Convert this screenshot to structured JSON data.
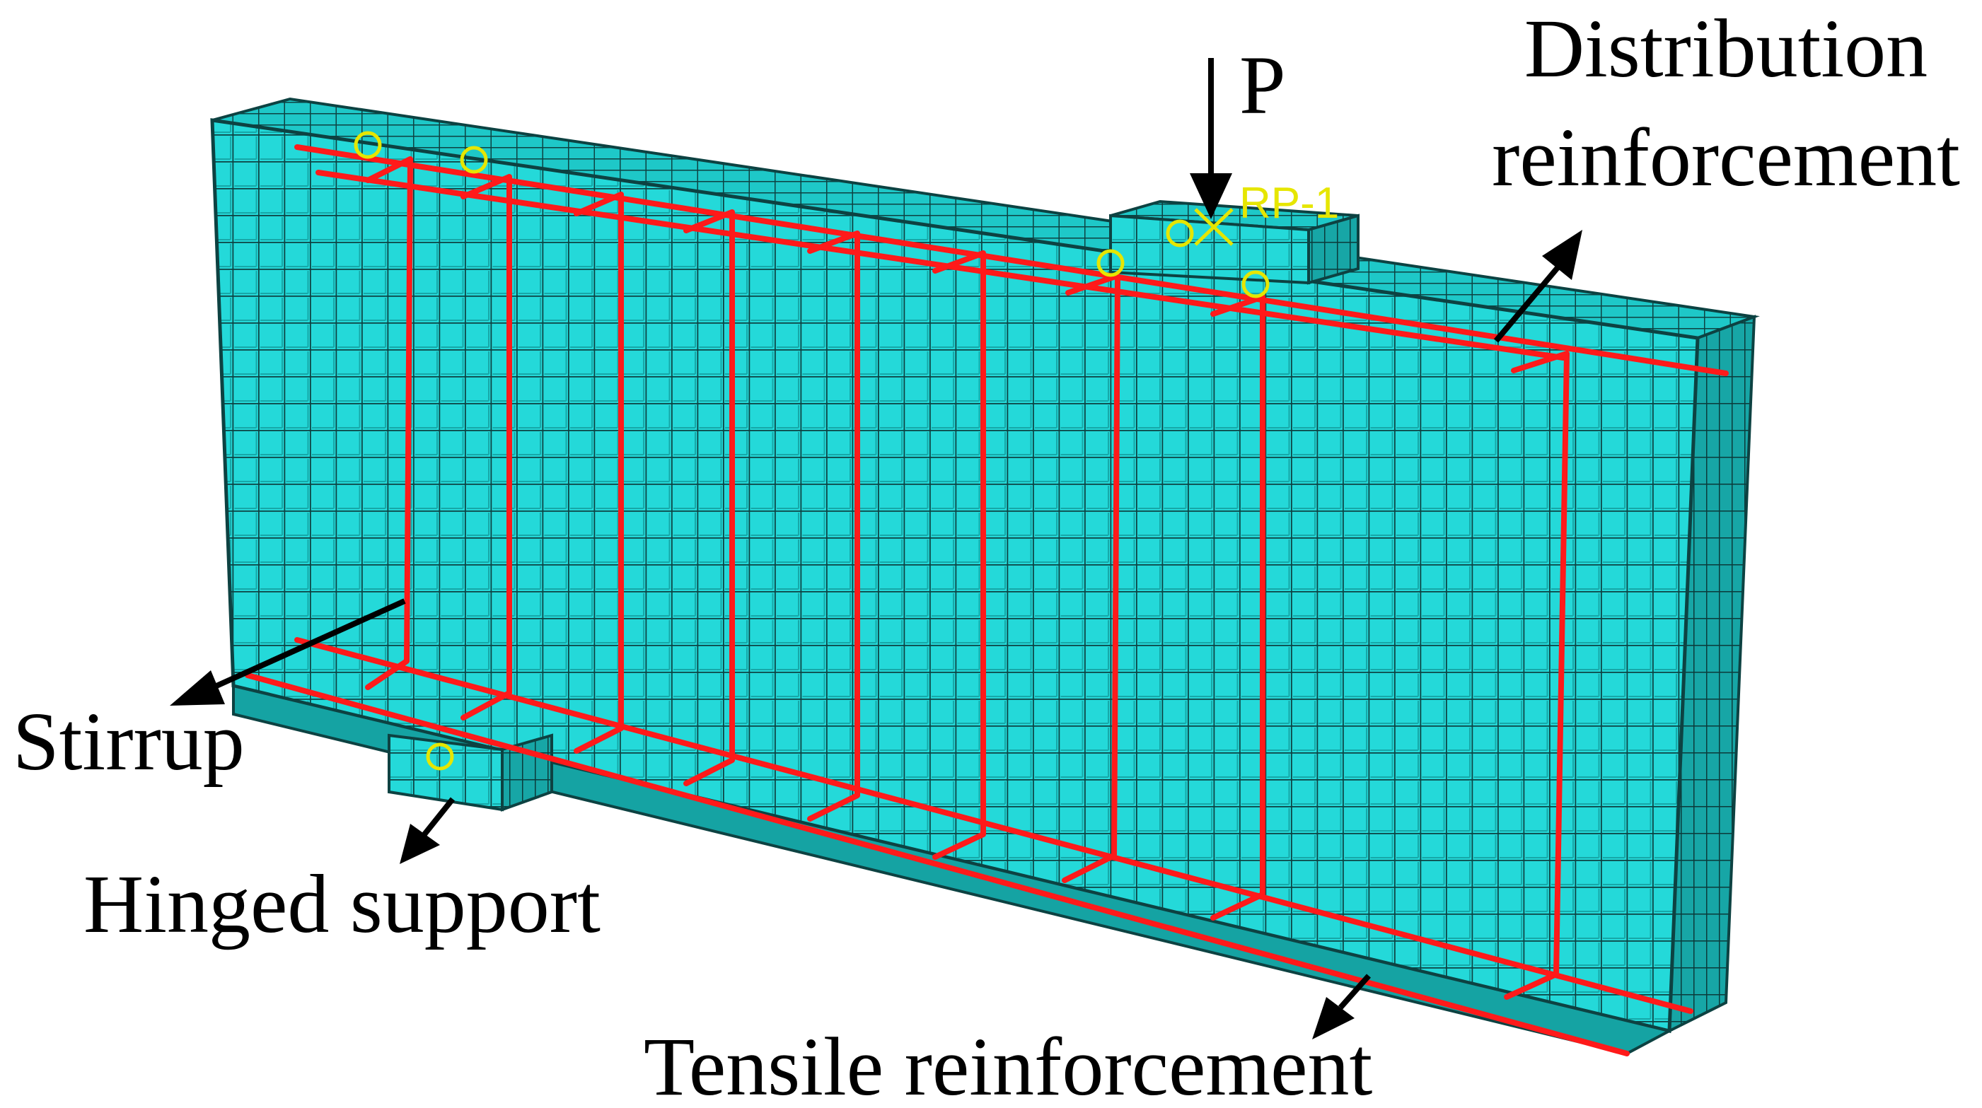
{
  "labels": {
    "load": "P",
    "reference_point": "RP-1",
    "distribution_line1": "Distribution",
    "distribution_line2": "reinforcement",
    "stirrup": "Stirrup",
    "support": "Hinged support",
    "tensile": "Tensile reinforcement"
  },
  "colors": {
    "concrete": "#24d9d9",
    "concrete_top": "#1ec8c8",
    "concrete_side": "#17a6a6",
    "mesh_line": "#0d4242",
    "rebar": "#ff1a1a",
    "reference_point": "#e6e600",
    "ink": "#000000"
  },
  "icons": {
    "load_arrow": "down-arrow-icon",
    "reference_marker": "circle-marker-icon"
  }
}
